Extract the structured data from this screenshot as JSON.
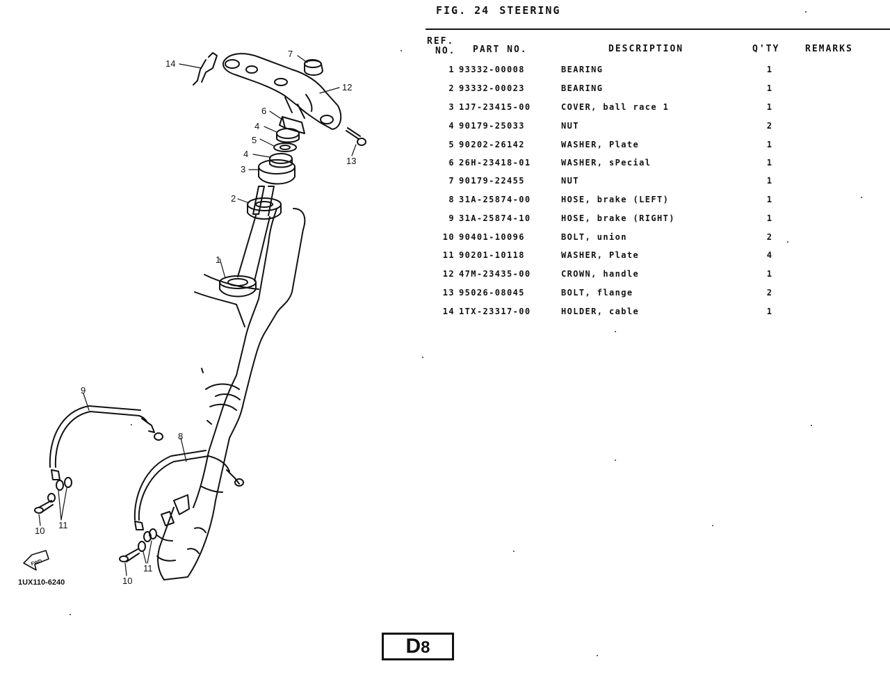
{
  "figure": {
    "label": "FIG. 24",
    "title": "STEERING"
  },
  "table": {
    "headers": {
      "ref_line1": "REF.",
      "ref_line2": "NO.",
      "part_no": "PART NO.",
      "description": "DESCRIPTION",
      "qty": "Q'TY",
      "remarks": "REMARKS"
    },
    "rows": [
      {
        "ref": "1",
        "part": "93332-00008",
        "desc": "BEARING",
        "qty": "1",
        "remarks": ""
      },
      {
        "ref": "2",
        "part": "93332-00023",
        "desc": "BEARING",
        "qty": "1",
        "remarks": ""
      },
      {
        "ref": "3",
        "part": "1J7-23415-00",
        "desc": "COVER, ball race 1",
        "qty": "1",
        "remarks": ""
      },
      {
        "ref": "4",
        "part": "90179-25033",
        "desc": "NUT",
        "qty": "2",
        "remarks": ""
      },
      {
        "ref": "5",
        "part": "90202-26142",
        "desc": "WASHER, Plate",
        "qty": "1",
        "remarks": ""
      },
      {
        "ref": "6",
        "part": "26H-23418-01",
        "desc": "WASHER, sPecial",
        "qty": "1",
        "remarks": ""
      },
      {
        "ref": "7",
        "part": "90179-22455",
        "desc": "NUT",
        "qty": "1",
        "remarks": ""
      },
      {
        "ref": "8",
        "part": "31A-25874-00",
        "desc": "HOSE, brake (LEFT)",
        "qty": "1",
        "remarks": ""
      },
      {
        "ref": "9",
        "part": "31A-25874-10",
        "desc": "HOSE, brake (RIGHT)",
        "qty": "1",
        "remarks": ""
      },
      {
        "ref": "10",
        "part": "90401-10096",
        "desc": "BOLT, union",
        "qty": "2",
        "remarks": ""
      },
      {
        "ref": "11",
        "part": "90201-10118",
        "desc": "WASHER, Plate",
        "qty": "4",
        "remarks": ""
      },
      {
        "ref": "12",
        "part": "47M-23435-00",
        "desc": "CROWN, handle",
        "qty": "1",
        "remarks": ""
      },
      {
        "ref": "13",
        "part": "95026-08045",
        "desc": "BOLT, flange",
        "qty": "2",
        "remarks": ""
      },
      {
        "ref": "14",
        "part": "1TX-23317-00",
        "desc": "HOLDER, cable",
        "qty": "1",
        "remarks": ""
      }
    ]
  },
  "diagram": {
    "callouts": {
      "c14": "14",
      "c7": "7",
      "c12": "12",
      "c6": "6",
      "c4a": "4",
      "c5": "5",
      "c4b": "4",
      "c3": "3",
      "c13": "13",
      "c2": "2",
      "c1": "1",
      "c9": "9",
      "c8": "8",
      "c10a": "10",
      "c11a": "11",
      "c10b": "10",
      "c11b": "11"
    },
    "fwd_label": "FWD",
    "drawing_code": "1UX110-6240"
  },
  "page_label": {
    "main": "D",
    "sub": "8"
  }
}
